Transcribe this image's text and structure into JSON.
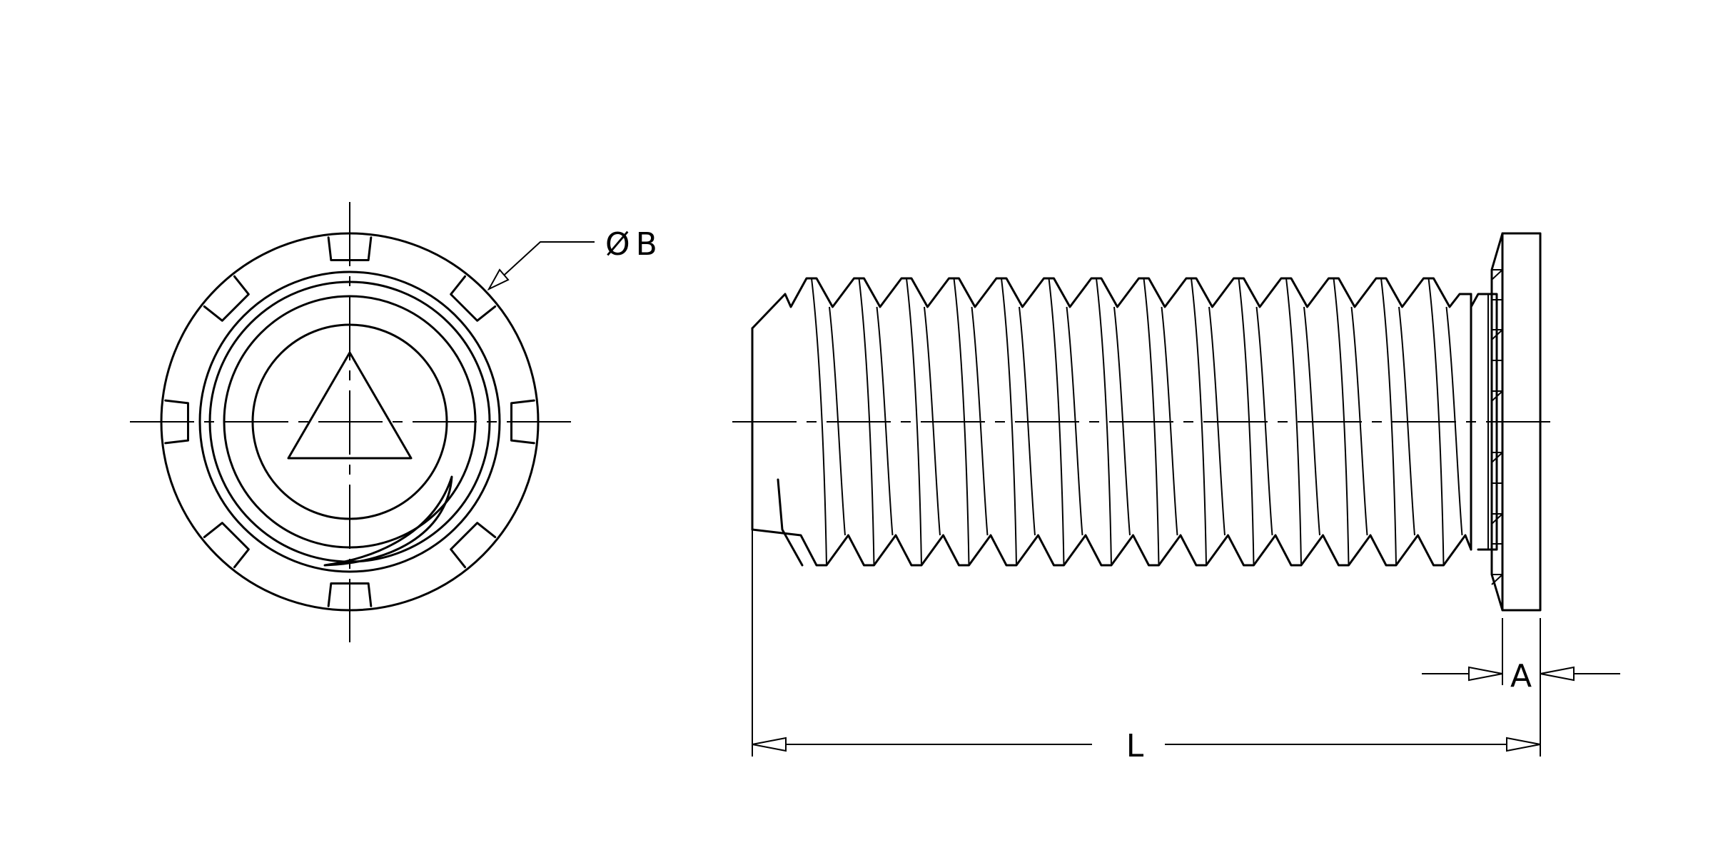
{
  "labels": {
    "diameter_symbol": "Ø",
    "diameter_letter": "B",
    "head_thickness": "A",
    "length": "L"
  },
  "colors": {
    "line": "#000000",
    "background": "#ffffff"
  }
}
